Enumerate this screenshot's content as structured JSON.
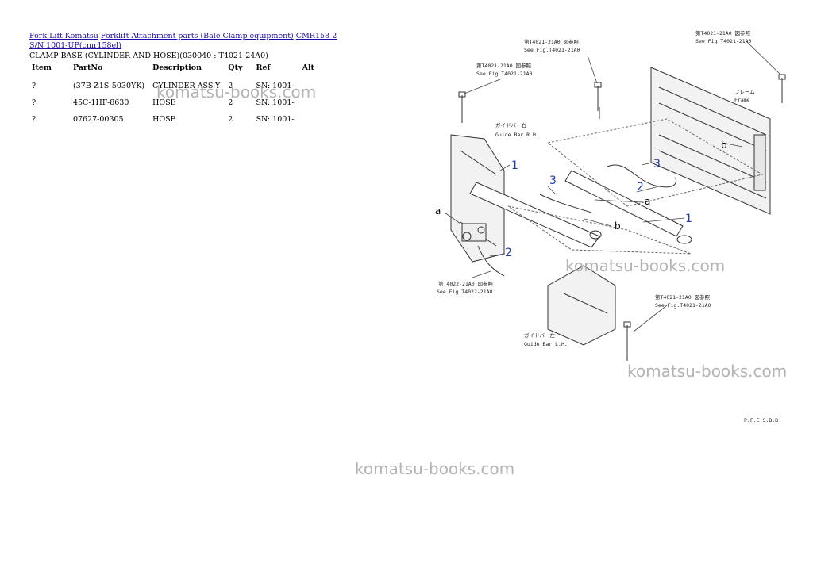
{
  "breadcrumb": {
    "link1": "Fork Lift Komatsu",
    "link2": "Forklift Attachment parts (Bale Clamp equipment)",
    "link3": "CMR158-2 S/N 1001-UP(cmr158el)"
  },
  "subtitle": "CLAMP BASE (CYLINDER AND HOSE)(030040 : T4021-24A0)",
  "table": {
    "headers": [
      "Item",
      "PartNo",
      "Description",
      "Qty",
      "Ref",
      "Alt"
    ],
    "rows": [
      {
        "item": "?",
        "partno": "(37B-Z1S-5030YK)",
        "description": "CYLINDER ASS'Y",
        "qty": "2",
        "ref": "SN: 1001-",
        "alt": ""
      },
      {
        "item": "?",
        "partno": "45C-1HF-8630",
        "description": "HOSE",
        "qty": "2",
        "ref": "SN: 1001-",
        "alt": ""
      },
      {
        "item": "?",
        "partno": "07627-00305",
        "description": "HOSE",
        "qty": "2",
        "ref": "SN: 1001-",
        "alt": ""
      }
    ]
  },
  "watermark": "komatsu-books.com",
  "diagram": {
    "callouts": [
      "1",
      "1",
      "2",
      "2",
      "3",
      "3"
    ],
    "letters": [
      "a",
      "a",
      "b",
      "b"
    ],
    "notes": {
      "n1a": "第T4021-21A0 図参照",
      "n1b": "See Fig.T4021-21A0",
      "n2a": "第T4021-21A0 図参照",
      "n2b": "See Fig.T4021-21A0",
      "n3a": "第T4021-21A0 図参照",
      "n3b": "See Fig.T4021-21A0",
      "n4a": "第T4022-21A0 図参照",
      "n4b": "See Fig.T4022-21A0",
      "n5a": "第T4021-21A0 図参照",
      "n5b": "See Fig.T4021-21A0",
      "guide_rh_jp": "ガイドバー右",
      "guide_rh": "Guide Bar R.H.",
      "guide_lh_jp": "ガイドバー左",
      "guide_lh": "Guide Bar L.H.",
      "frame_jp": "フレーム",
      "frame": "Frame",
      "code": "P.F.E.S.B.B"
    }
  }
}
